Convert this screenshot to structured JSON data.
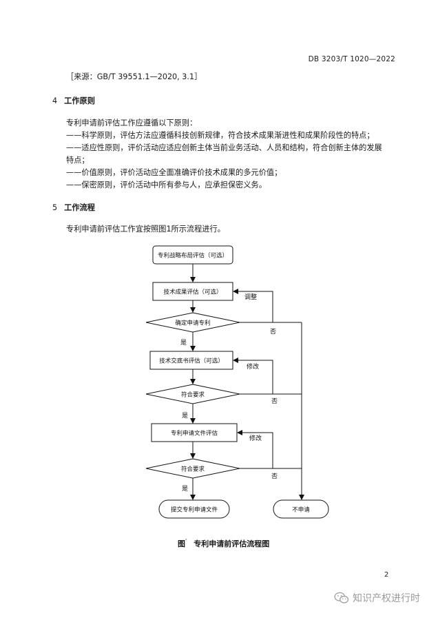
{
  "header": {
    "doc_id": "DB 3203/T 1020—2022"
  },
  "source_line": "［来源：GB/T 39551.1—2020, 3.1］",
  "section4": {
    "number": "4",
    "title": "工作原则",
    "intro": "评估工作应遵循以下原则：",
    "items": [
      "——科学原则，评估方法应遵循科技创新规律，符合技术成果渐进性和成果阶段性的特点；",
      "——适应性原则，评价活动应适应创新主体当前业务活动、人员和结构，符合创新主体的发展",
      "特点；",
      "——价值原则，评价活动应全面准确评价技术成果的多元价值；",
      "——保密原则，评价活动中所有参与人，应承担保密义务。"
    ],
    "intro_prefix": "专利申请前"
  },
  "section5": {
    "number": "5",
    "title": "工作流程",
    "intro": "专利申请前评估工作宜按照图1所示流程进行。"
  },
  "flowchart": {
    "box1": "专利战略布局评估（可选）",
    "box2": "技术成果评估（可选）",
    "diamond1": "确定申请专利",
    "box3": "技术交底书评估（可选）",
    "diamond2": "符合要求",
    "box4": "专利申请文件评估",
    "diamond3": "符合要求",
    "end_submit": "提交专利申请文件",
    "end_no": "不申请",
    "label_adjust": "调整",
    "label_modify1": "修改",
    "label_modify2": "修改",
    "label_yes1": "是",
    "label_yes2": "是",
    "label_yes3": "是",
    "label_no1": "否",
    "label_no2": "否",
    "label_no3": "否"
  },
  "caption": {
    "prefix": "图",
    "mark": "'",
    "title": "专利申请前评估流程图"
  },
  "page_number": "2",
  "watermark": {
    "text": "知识产权进行时",
    "icon": "wechat-icon"
  }
}
